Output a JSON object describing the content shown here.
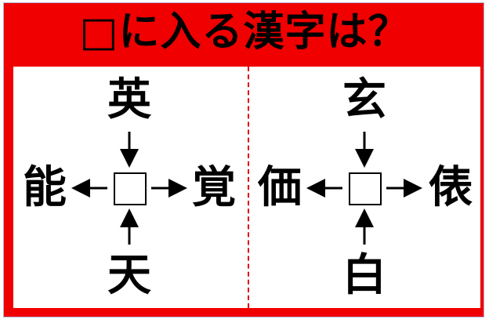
{
  "title": "□に入る漢字は？",
  "puzzles": [
    {
      "top": "英",
      "bottom": "天",
      "left": "能",
      "right": "覚"
    },
    {
      "top": "玄",
      "bottom": "白",
      "left": "価",
      "right": "俵"
    }
  ],
  "colors": {
    "frame": "#f00000",
    "divider": "#e00000"
  }
}
